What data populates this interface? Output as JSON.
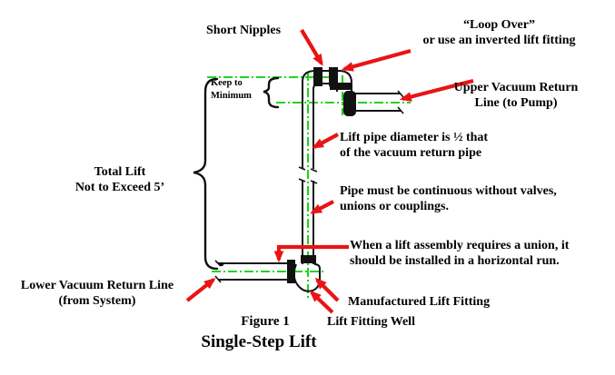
{
  "figure": {
    "number": "Figure 1",
    "title": "Single-Step Lift"
  },
  "annotations": {
    "short_nipples": "Short Nipples",
    "loop_over": {
      "line1": "“Loop Over”",
      "line2": "or use an inverted lift fitting"
    },
    "upper_return": {
      "line1": "Upper Vacuum Return",
      "line2": "Line (to Pump)"
    },
    "keep_to_minimum": {
      "line1": "Keep to",
      "line2": "Minimum"
    },
    "total_lift": {
      "line1": "Total Lift",
      "line2": "Not to Exceed 5’"
    },
    "lift_pipe": {
      "line1": "Lift pipe diameter is ½ that",
      "line2": "of the vacuum return pipe"
    },
    "continuous": {
      "line1": "Pipe must be continuous without valves,",
      "line2": "unions or couplings."
    },
    "union_rule": {
      "line1": "When a lift assembly requires a union, it",
      "line2": "should be installed in a horizontal run."
    },
    "lower_return": {
      "line1": "Lower Vacuum Return Line",
      "line2": "(from System)"
    },
    "manufactured_fitting": "Manufactured Lift Fitting",
    "lift_fitting_well": "Lift Fitting Well"
  },
  "colors": {
    "centerline_green": "#00cf00",
    "arrow_red": "#e91414",
    "line_black": "#111111"
  }
}
